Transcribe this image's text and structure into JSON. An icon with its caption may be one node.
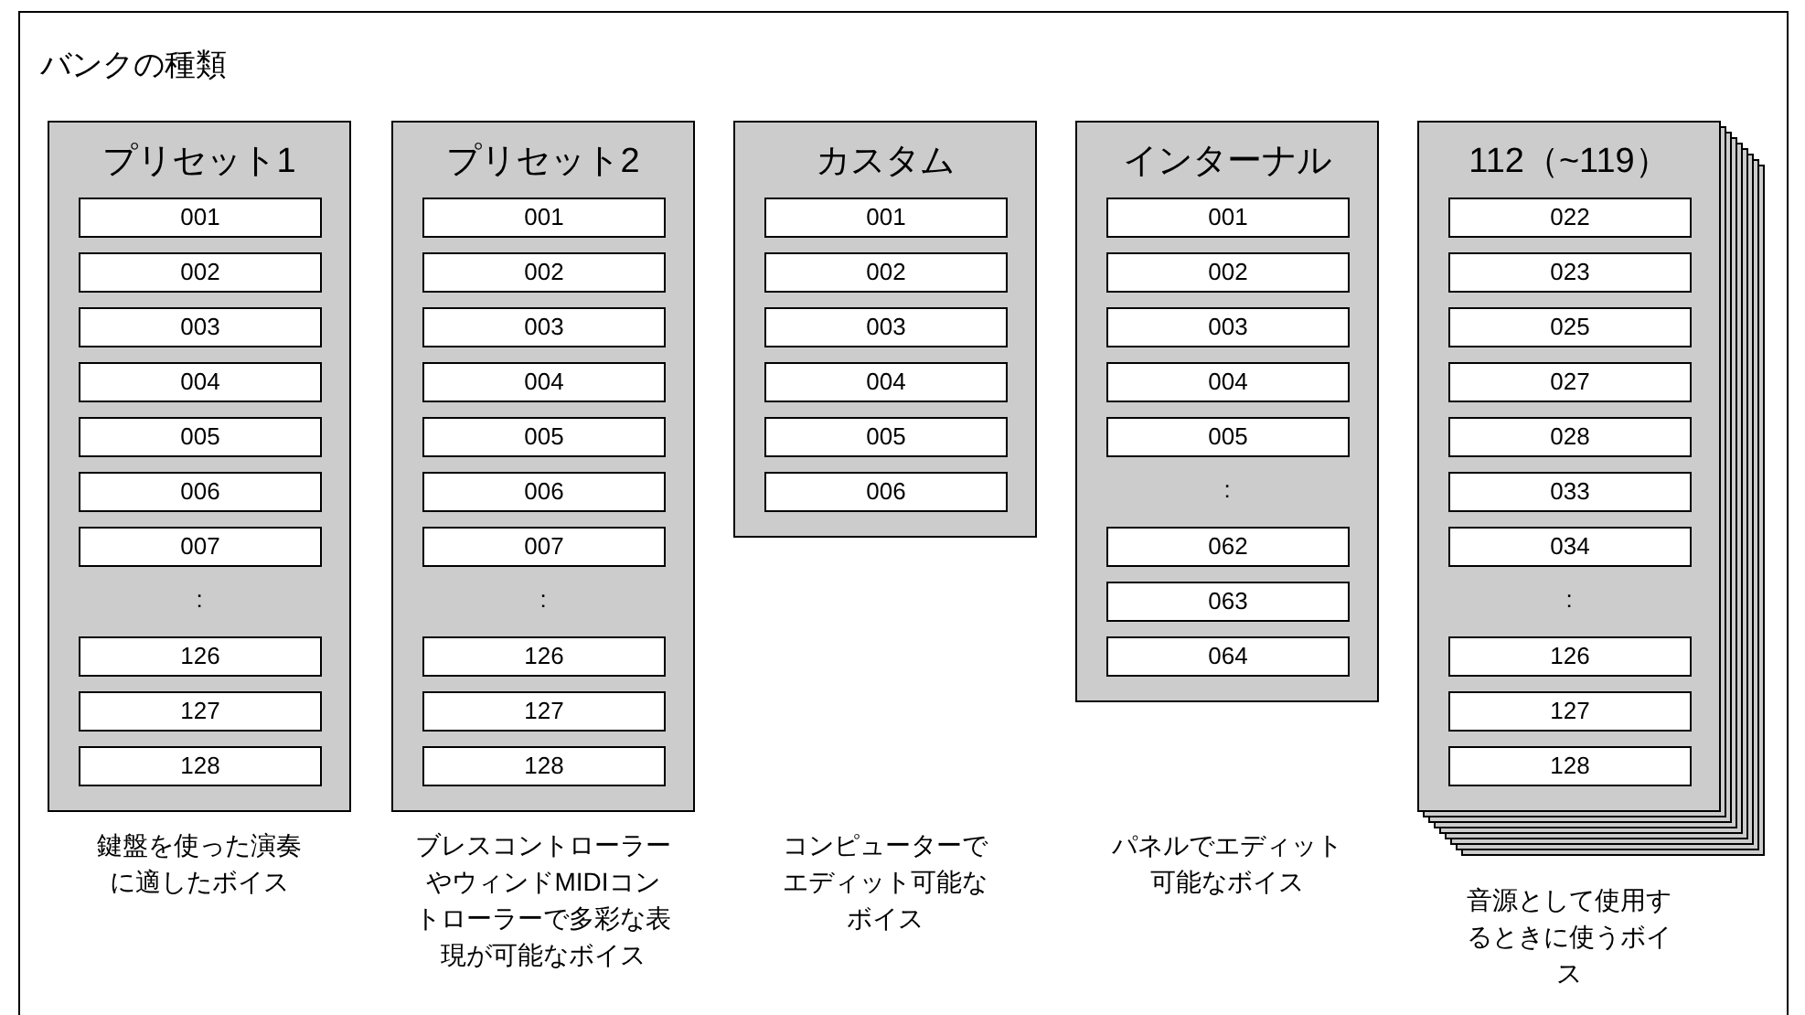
{
  "diagram": {
    "title": "バンクの種類",
    "nodes": [
      {
        "text": [
          "プリセット1"
        ],
        "beside": [
          "鍵盤を使った演奏に適したボイス"
        ]
      },
      {
        "text": [
          "001"
        ],
        "in": 0
      },
      {
        "text": [
          "002"
        ],
        "in": 0
      },
      {
        "text": [
          "003"
        ],
        "in": 0
      },
      {
        "text": [
          "004"
        ],
        "in": 0
      },
      {
        "text": [
          "005"
        ],
        "in": 0
      },
      {
        "text": [
          "006"
        ],
        "in": 0
      },
      {
        "text": [
          "007"
        ],
        "in": 0
      },
      {
        "text": [
          "126"
        ],
        "in": 0
      },
      {
        "text": [
          "127"
        ],
        "in": 0
      },
      {
        "text": [
          "128"
        ],
        "in": 0
      },
      {
        "text": [
          "プリセット2"
        ],
        "beside": [
          "ブレスコントローラーやウィンドMIDIコントローラーで多彩な表現が可能なボイス"
        ]
      },
      {
        "text": [
          "001"
        ],
        "in": 11
      },
      {
        "text": [
          "002"
        ],
        "in": 11
      },
      {
        "text": [
          "003"
        ],
        "in": 11
      },
      {
        "text": [
          "004"
        ],
        "in": 11
      },
      {
        "text": [
          "005"
        ],
        "in": 11
      },
      {
        "text": [
          "006"
        ],
        "in": 11
      },
      {
        "text": [
          "007"
        ],
        "in": 11
      },
      {
        "text": [
          "126"
        ],
        "in": 11
      },
      {
        "text": [
          "127"
        ],
        "in": 11
      },
      {
        "text": [
          "128"
        ],
        "in": 11
      },
      {
        "text": [
          "カスタム"
        ]
      },
      {
        "text": [
          "001"
        ],
        "in": 22
      },
      {
        "text": [
          "002"
        ],
        "in": 22
      },
      {
        "text": [
          "003"
        ],
        "in": 22
      },
      {
        "text": [
          "004"
        ],
        "in": 22
      },
      {
        "text": [
          "005"
        ],
        "in": 22
      },
      {
        "text": [
          "006"
        ],
        "in": 22
      },
      {
        "text": [
          "インターナル"
        ]
      },
      {
        "text": [
          "001"
        ],
        "in": 29
      },
      {
        "text": [
          "002"
        ],
        "in": 29
      },
      {
        "text": [
          "003"
        ],
        "in": 29
      },
      {
        "text": [
          "004"
        ],
        "in": 29
      },
      {
        "text": [
          "005"
        ],
        "in": 29
      },
      {
        "text": [
          "062"
        ],
        "in": 29
      },
      {
        "text": [
          "063"
        ],
        "in": 29
      },
      {
        "text": [
          "064"
        ],
        "in": 29
      },
      {
        "text": [
          "112（~119）"
        ],
        "beside": [
          "音源として使用するときに使うボイス"
        ]
      },
      {
        "text": [
          "022"
        ],
        "in": 38
      },
      {
        "text": [
          "023"
        ],
        "in": 38
      },
      {
        "text": [
          "025"
        ],
        "in": 38
      },
      {
        "text": [
          "027"
        ],
        "in": 38
      },
      {
        "text": [
          "028"
        ],
        "in": 38
      },
      {
        "text": [
          "033"
        ],
        "in": 38
      },
      {
        "text": [
          "034"
        ],
        "in": 38
      },
      {
        "text": [
          "126"
        ],
        "in": 38
      },
      {
        "text": [
          "127"
        ],
        "in": 38
      },
      {
        "text": [
          "128"
        ],
        "in": 38
      }
    ],
    "labels": [
      ":",
      ":",
      ":",
      ":",
      "コンピューターでエディット可能なボイス",
      "パネルでエディット可能なボイス"
    ]
  }
}
